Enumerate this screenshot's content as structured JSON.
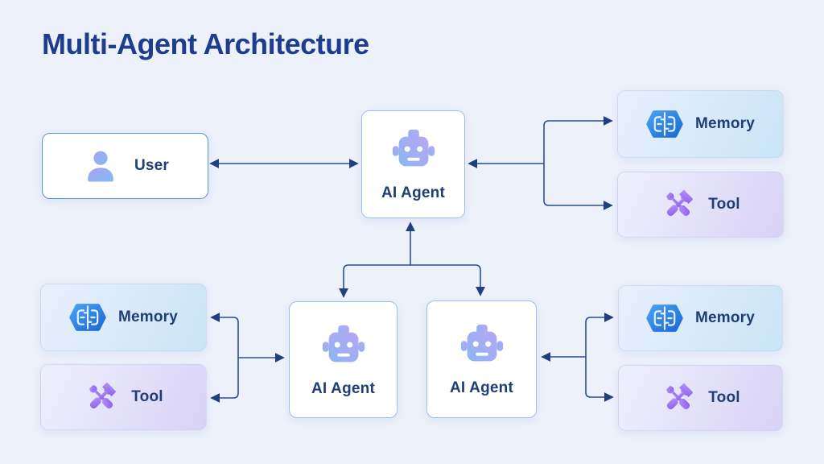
{
  "title": "Multi-Agent Architecture",
  "nodes": {
    "user": {
      "label": "User",
      "icon": "user-icon"
    },
    "agent_center": {
      "label": "AI Agent",
      "icon": "robot-icon"
    },
    "agent_left": {
      "label": "AI Agent",
      "icon": "robot-icon"
    },
    "agent_right": {
      "label": "AI Agent",
      "icon": "robot-icon"
    },
    "memory_top_right": {
      "label": "Memory",
      "icon": "brain-icon"
    },
    "tool_top_right": {
      "label": "Tool",
      "icon": "tools-icon"
    },
    "memory_bottom_left": {
      "label": "Memory",
      "icon": "brain-icon"
    },
    "tool_bottom_left": {
      "label": "Tool",
      "icon": "tools-icon"
    },
    "memory_bottom_right": {
      "label": "Memory",
      "icon": "brain-icon"
    },
    "tool_bottom_right": {
      "label": "Tool",
      "icon": "tools-icon"
    }
  },
  "edges": [
    {
      "id": "user-agent",
      "nodes": [
        "user",
        "agent_center"
      ],
      "arrowheads": [
        "user",
        "agent_center"
      ]
    },
    {
      "id": "agent-top-resources",
      "nodes": [
        "agent_center",
        "memory_top_right",
        "tool_top_right"
      ],
      "arrowheads": [
        "agent_center",
        "memory_top_right",
        "tool_top_right"
      ]
    },
    {
      "id": "agent-delegation",
      "nodes": [
        "agent_center",
        "agent_left",
        "agent_right"
      ],
      "arrowheads": [
        "agent_center",
        "agent_left",
        "agent_right"
      ]
    },
    {
      "id": "left-agent-resources",
      "nodes": [
        "agent_left",
        "memory_bottom_left",
        "tool_bottom_left"
      ],
      "arrowheads": [
        "agent_left",
        "memory_bottom_left",
        "tool_bottom_left"
      ]
    },
    {
      "id": "right-agent-resources",
      "nodes": [
        "agent_right",
        "memory_bottom_right",
        "tool_bottom_right"
      ],
      "arrowheads": [
        "agent_right",
        "memory_bottom_right",
        "tool_bottom_right"
      ]
    }
  ],
  "colors": {
    "canvas_bg": "#edf1fa",
    "title": "#1e3d8f",
    "node_label": "#1f3e78",
    "connector": "#2d4e97",
    "agent_border": "#9cc2ec",
    "user_border": "#5996d9",
    "memory_gradient": [
      "#e9effc",
      "#c9e5f7"
    ],
    "tool_gradient": [
      "#eef0fc",
      "#d9d2f6"
    ],
    "brain_icon": [
      "#47a0f4",
      "#1b6ad6"
    ],
    "tools_icon": [
      "#b493f2",
      "#8a5cf0"
    ],
    "robot_icon": [
      "#b9a6f4",
      "#8ab6f2"
    ],
    "user_icon": [
      "#aaa2f2",
      "#7fbcf4"
    ]
  }
}
